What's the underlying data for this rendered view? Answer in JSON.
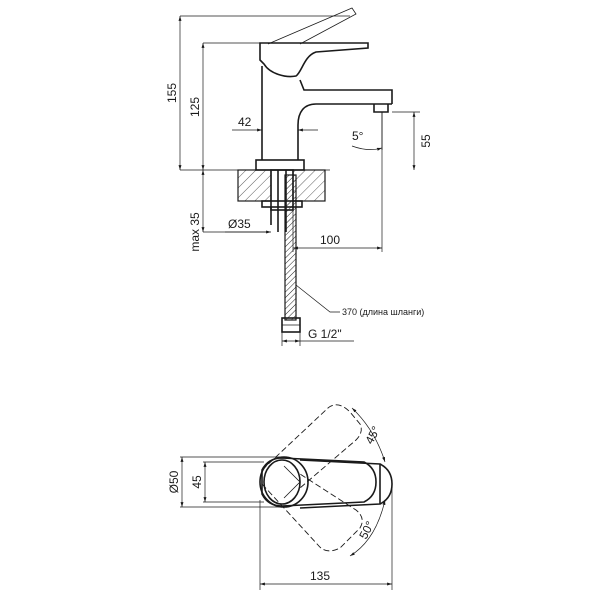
{
  "dimensions": {
    "height_total": "155",
    "height_body": "125",
    "spout_height": "55",
    "spout_angle": "5°",
    "body_width": "42",
    "mount_diameter": "Ø35",
    "max_deck": "max 35",
    "spout_reach": "100",
    "hose_length": "370 (длина шланги)",
    "thread": "G 1/2\"",
    "base_diameter": "Ø50",
    "base_width": "45",
    "total_length": "135",
    "handle_angle_upper": "45°",
    "handle_angle_lower": "50°"
  }
}
